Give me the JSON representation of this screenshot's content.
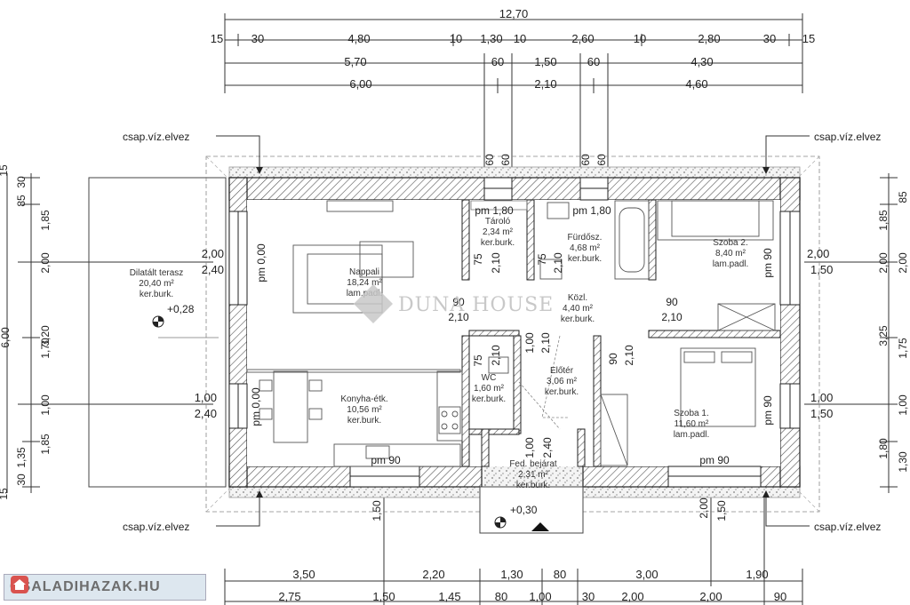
{
  "dims_top": {
    "total": "12,70",
    "row1": [
      "15",
      "30",
      "4,80",
      "10",
      "1,30",
      "10",
      "2,60",
      "10",
      "2,80",
      "30",
      "15"
    ],
    "row2": [
      "5,70",
      "60",
      "1,50",
      "60",
      "4,30"
    ],
    "row3": [
      "6,00",
      "2,10",
      "4,60"
    ]
  },
  "dims_bottom": {
    "row1": [
      "3,50",
      "2,20",
      "1,30",
      "80",
      "3,00",
      "1,90"
    ],
    "row2": [
      "2,75",
      "1,50",
      "1,45",
      "80",
      "1,00",
      "30",
      "2,00",
      "2,00",
      "90"
    ]
  },
  "dims_left_outer": [
    "1,85",
    "2,00",
    "3,20",
    "1,70",
    "1,00",
    "1,85",
    "1,35"
  ],
  "dims_left_edge": [
    "30",
    "85",
    "6,00",
    "30",
    "15",
    "15"
  ],
  "dims_right_outer": [
    "1,85",
    "2,00",
    "3,25",
    "1,75",
    "1,00",
    "1,80",
    "1,30"
  ],
  "dims_right_edge": [
    "85",
    "2,00",
    "1,30"
  ],
  "window_labels": {
    "left_top": "2,00",
    "left_top2": "2,40",
    "left_bottom": "1,00",
    "left_bottom2": "2,40",
    "right_top": "2,00",
    "right_top2": "1,50",
    "right_bottom": "1,00",
    "right_bottom2": "1,50",
    "top_a": "60",
    "top_b": "60",
    "top_c": "60",
    "top_d": "60",
    "bottom_a": "1,50",
    "bottom_b": "2,00",
    "bottom_c": "1,50"
  },
  "notes": {
    "drain_tl": "csap.víz.elvez",
    "drain_tr": "csap.víz.elvez",
    "drain_bl": "csap.víz.elvez",
    "drain_br": "csap.víz.elvez",
    "level_terrace": "+0,28",
    "level_entry": "+0,30"
  },
  "rooms": {
    "terrace": {
      "name": "Dilatált terasz",
      "area": "20,40 m²",
      "floor": "ker.burk."
    },
    "living": {
      "name": "Nappali",
      "area": "18,24 m²",
      "floor": "lam.padl."
    },
    "kitchen": {
      "name": "Konyha-étk.",
      "area": "10,56 m²",
      "floor": "ker.burk."
    },
    "storage": {
      "name": "Tároló",
      "area": "2,34 m²",
      "floor": "ker.burk."
    },
    "bathroom": {
      "name": "Fürdősz.",
      "area": "4,68 m²",
      "floor": "ker.burk."
    },
    "hall": {
      "name": "Közl.",
      "area": "4,40 m²",
      "floor": "ker.burk."
    },
    "wc": {
      "name": "WC",
      "area": "1,60 m²",
      "floor": "ker.burk."
    },
    "entry": {
      "name": "Előtér",
      "area": "3,06 m²",
      "floor": "ker.burk."
    },
    "porch": {
      "name": "Fed. bejárat",
      "area": "2,31 m²",
      "floor": "ker.burk."
    },
    "room2": {
      "name": "Szoba 2.",
      "area": "8,40 m²",
      "floor": "lam.padl."
    },
    "room1": {
      "name": "Szoba 1.",
      "area": "11,60 m²",
      "floor": "lam.padl."
    }
  },
  "inner_labels": {
    "pm_living": "pm 0,00",
    "pm_kitchen": "pm 0,00",
    "pm_kitchen_win": "pm 90",
    "pm_storage": "pm 1,80",
    "pm_bath": "pm 1,80",
    "pm_room2": "pm 90",
    "pm_room1": "pm 90",
    "pm_room1_win": "pm 90",
    "door_75a": "75",
    "door_210a": "2,10",
    "door_75b": "75",
    "door_210b": "2,10",
    "door_90a": "90",
    "door_210c": "2,10",
    "door_90b": "90",
    "door_210d": "2,10",
    "door_100a": "1,00",
    "door_210e": "2,10",
    "door_75c": "75",
    "door_210f": "2,10",
    "door_90c": "90",
    "door_210g": "2,10",
    "door_100b": "1,00",
    "door_240": "2,40"
  },
  "watermark": "DUNA HOUSE",
  "badge": "CSALADIHAZAK.HU"
}
